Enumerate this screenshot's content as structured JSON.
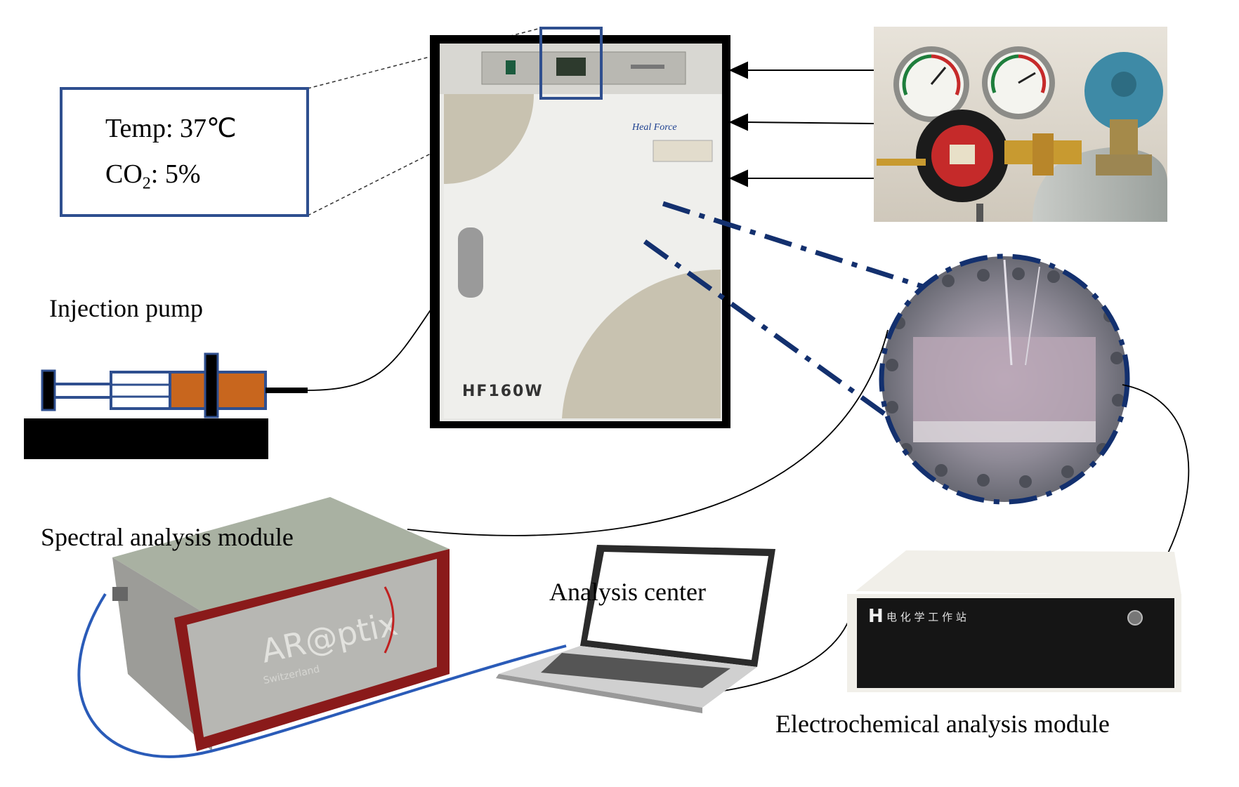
{
  "info_box": {
    "temp_label": "Temp: 37℃",
    "co2_prefix": "CO",
    "co2_subscript": "2",
    "co2_suffix": ": 5%"
  },
  "labels": {
    "injection_pump": "Injection pump",
    "spectral_module": "Spectral analysis module",
    "analysis_center": "Analysis center",
    "electrochemical_module": "Electrochemical analysis module"
  },
  "incubator": {
    "model": "HF160W",
    "brand": "Heal Force"
  },
  "spectrometer": {
    "brand_logo": "AR@ptix",
    "sub_logo": "Switzerland"
  },
  "workstation": {
    "logo": "H",
    "panel_text": "电 化 学 工 作 站"
  },
  "colors": {
    "frame_blue": "#2f4f8f",
    "dashdot_blue": "#13306e",
    "syringe_orange": "#c8661e",
    "spectro_red": "#8a1a1a",
    "cable_blue": "#2a5bb8"
  }
}
